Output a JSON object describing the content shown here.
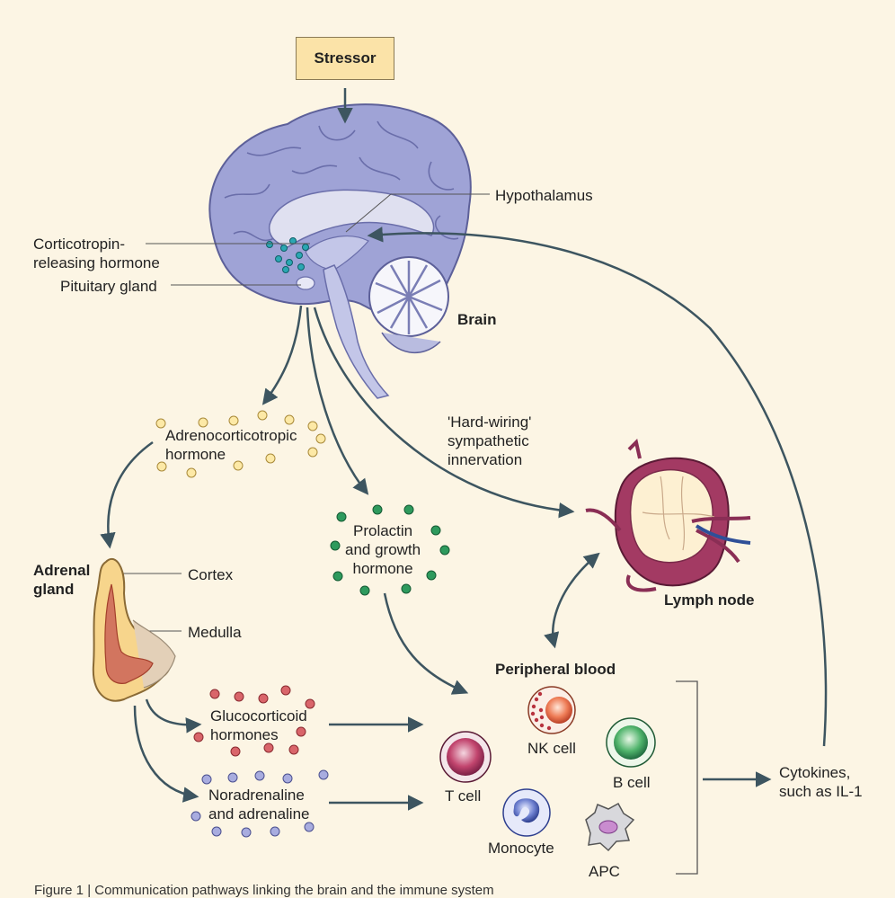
{
  "stressor": "Stressor",
  "brain": {
    "label": "Brain",
    "hypothalamus": "Hypothalamus",
    "crh": "Corticotropin-\nreleasing hormone",
    "pituitary": "Pituitary gland"
  },
  "acth": "Adrenocorticotropic\nhormone",
  "prolactin": "Prolactin\nand growth\nhormone",
  "hardwiring": "'Hard-wiring'\nsympathetic\ninnervation",
  "lymph_node": "Lymph node",
  "adrenal": {
    "label": "Adrenal\ngland",
    "cortex": "Cortex",
    "medulla": "Medulla"
  },
  "glucocorticoid": "Glucocorticoid\nhormones",
  "noradrenaline": "Noradrenaline\nand adrenaline",
  "peripheral_blood": {
    "label": "Peripheral blood",
    "cells": {
      "nk": "NK cell",
      "b": "B cell",
      "t": "T cell",
      "monocyte": "Monocyte",
      "apc": "APC"
    }
  },
  "cytokines": "Cytokines,\nsuch as IL-1",
  "caption": "Figure 1 | Communication pathways linking the brain and the immune system",
  "colors": {
    "background": "#fcf5e4",
    "stressor_box": "#fbe3a8",
    "brain": "#9fa3d6",
    "arrow": "#3d5560",
    "acth_dot": "#fde9a6",
    "prolactin_dot": "#2e9a5d",
    "glucocorticoid_dot": "#d9656a",
    "noradrenaline_dot": "#a8acdf",
    "crh_dot": "#2ba7b3"
  }
}
